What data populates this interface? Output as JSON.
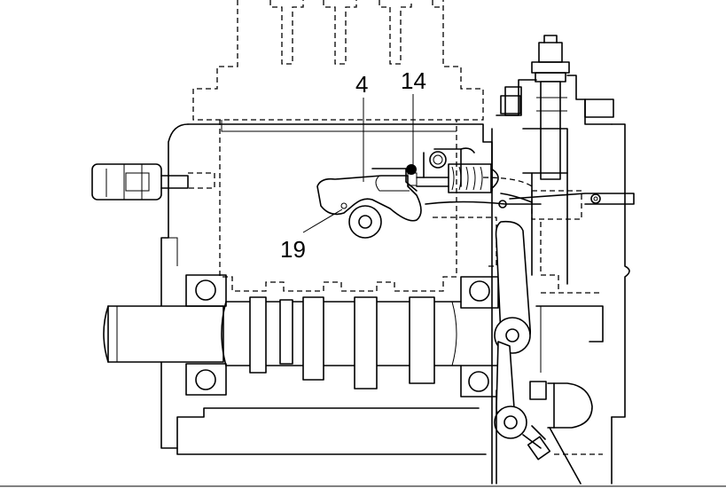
{
  "callouts": [
    {
      "id": "c4",
      "label": "4"
    },
    {
      "id": "c14",
      "label": "14"
    },
    {
      "id": "c19",
      "label": "19"
    }
  ]
}
